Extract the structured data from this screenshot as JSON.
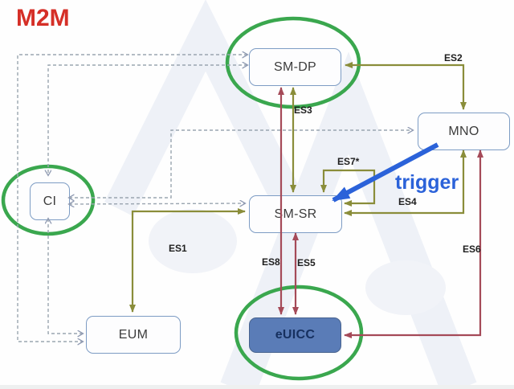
{
  "title": "M2M",
  "annotation": {
    "trigger_label": "trigger"
  },
  "nodes": {
    "smdp": {
      "label": "SM-DP",
      "highlighted_green_circle": true
    },
    "mno": {
      "label": "MNO",
      "highlighted_green_circle": false
    },
    "ci": {
      "label": "CI",
      "highlighted_green_circle": true
    },
    "smsr": {
      "label": "SM-SR",
      "highlighted_green_circle": false
    },
    "eum": {
      "label": "EUM",
      "highlighted_green_circle": false
    },
    "euicc": {
      "label": "eUICC",
      "highlighted_green_circle": true
    }
  },
  "edges": {
    "es1": {
      "label": "ES1",
      "between": "EUM–SM-SR",
      "style": "solid-olive"
    },
    "es2": {
      "label": "ES2",
      "between": "SM-DP–MNO",
      "style": "solid-olive"
    },
    "es3": {
      "label": "ES3",
      "between": "SM-DP–SM-SR",
      "style": "solid-olive"
    },
    "es4": {
      "label": "ES4",
      "between": "MNO–SM-SR",
      "style": "solid-olive"
    },
    "es5": {
      "label": "ES5",
      "between": "SM-SR–eUICC",
      "style": "solid-red"
    },
    "es6": {
      "label": "ES6",
      "between": "MNO–eUICC",
      "style": "solid-red"
    },
    "es7": {
      "label": "ES7*",
      "between": "SM-SR–SM-SR loop",
      "style": "solid-olive"
    },
    "es8": {
      "label": "ES8",
      "between": "SM-DP–eUICC",
      "style": "solid-red"
    }
  },
  "colors": {
    "title_red": "#d52f27",
    "trigger_blue": "#2b62d9",
    "interface_olive": "#8a8d3a",
    "interface_red": "#a54a58",
    "dashed_gray": "#9aa5b0",
    "highlight_green": "#3aa74e",
    "node_border_blue": "#7d9cc4",
    "euicc_fill_blue": "#5a7cb7"
  }
}
